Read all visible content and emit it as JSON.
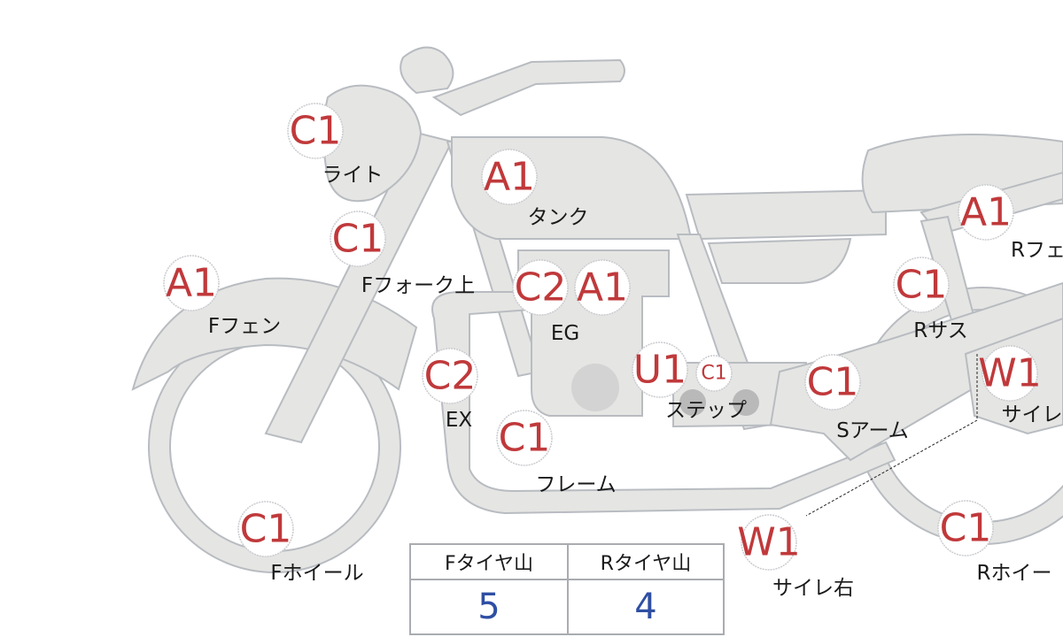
{
  "parts": [
    {
      "code": "C1",
      "label": "ライト"
    },
    {
      "code": "A1",
      "label": "タンク"
    },
    {
      "code": "C1",
      "label": "Fフォーク上"
    },
    {
      "code": "A1",
      "label": "Fフェン"
    },
    {
      "code": "C2",
      "label": ""
    },
    {
      "code": "A1",
      "label": "EG"
    },
    {
      "code": "C2",
      "label": "EX"
    },
    {
      "code": "U1",
      "label": ""
    },
    {
      "code": "C1",
      "label": "ステップ"
    },
    {
      "code": "C1",
      "label": "フレーム"
    },
    {
      "code": "C1",
      "label": "Sアーム"
    },
    {
      "code": "C1",
      "label": "Rサス"
    },
    {
      "code": "A1",
      "label": "Rフェ"
    },
    {
      "code": "W1",
      "label": "サイレ"
    },
    {
      "code": "C1",
      "label": "Fホイール"
    },
    {
      "code": "W1",
      "label": "サイレ右"
    },
    {
      "code": "C1",
      "label": "Rホイー"
    }
  ],
  "tire_table": {
    "front_header": "Fタイヤ山",
    "rear_header": "Rタイヤ山",
    "front_value": "5",
    "rear_value": "4"
  },
  "colors": {
    "code": "#c0393b",
    "value": "#2f4fa3",
    "part_fill": "#e5e5e3"
  }
}
